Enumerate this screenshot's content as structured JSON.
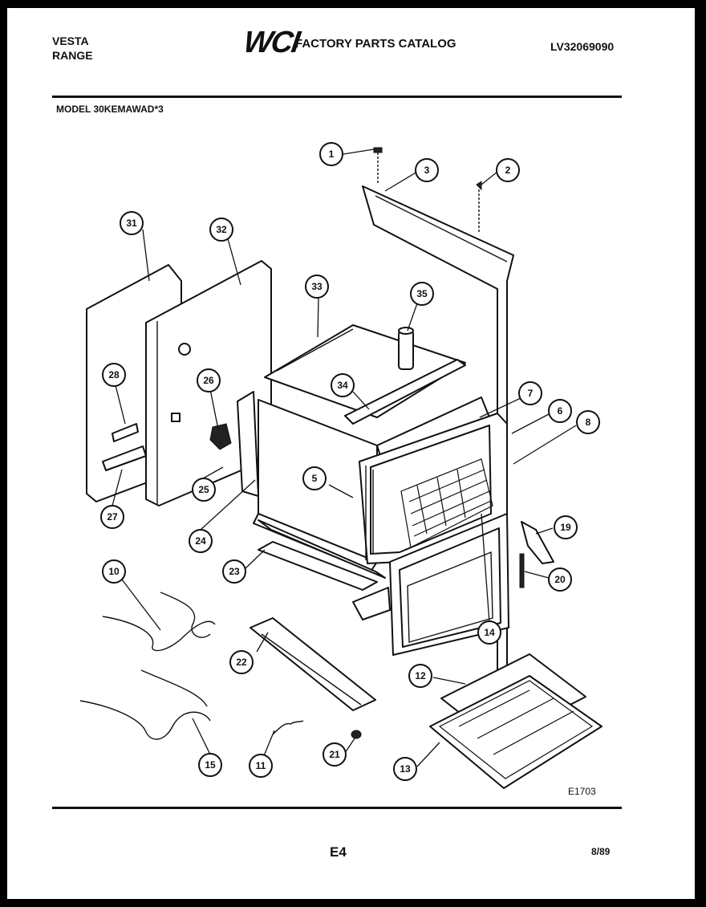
{
  "header": {
    "brand_line1": "VESTA",
    "brand_line2": "RANGE",
    "logo_text": "WCI",
    "catalog_title": "FACTORY PARTS CATALOG",
    "catalog_number": "LV32069090",
    "model": "MODEL 30KEMAWAD*3"
  },
  "footer": {
    "diagram_id": "E1703",
    "page": "E4",
    "date": "8/89"
  },
  "callouts": [
    "1",
    "2",
    "3",
    "5",
    "6",
    "7",
    "8",
    "10",
    "11",
    "12",
    "13",
    "14",
    "15",
    "19",
    "20",
    "21",
    "22",
    "23",
    "24",
    "25",
    "26",
    "27",
    "28",
    "31",
    "32",
    "33",
    "34",
    "35"
  ]
}
